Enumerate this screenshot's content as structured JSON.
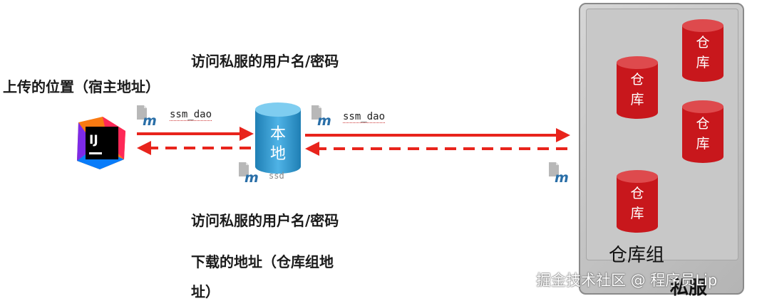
{
  "labels": {
    "upload_location": "上传的位置（宿主地址）",
    "top_credentials": "访问私服的用户名/密码",
    "bottom_credentials": "访问私服的用户名/密码",
    "download_location_line1": "下载的地址（仓库组地",
    "download_location_line2": "址）"
  },
  "artifacts": {
    "left": "ssm_dao",
    "right": "ssm_dao",
    "below_local": "ssd"
  },
  "local_repo": {
    "line1": "本",
    "line2": "地"
  },
  "repositories": [
    {
      "line1": "仓",
      "line2": "库"
    },
    {
      "line1": "仓",
      "line2": "库"
    },
    {
      "line1": "仓",
      "line2": "库"
    },
    {
      "line1": "仓",
      "line2": "库"
    }
  ],
  "server": {
    "group_label": "仓库组",
    "name": "私服"
  },
  "ide_logo": {
    "text": "IJ",
    "icon": "intellij-logo-icon"
  },
  "watermark": "掘金技术社区 @ 程序员Lip",
  "colors": {
    "arrow": "#e8241c",
    "local_repo": "#2e9ad0",
    "repository": "#c8171c",
    "server_frame": "#b4b4b4"
  }
}
